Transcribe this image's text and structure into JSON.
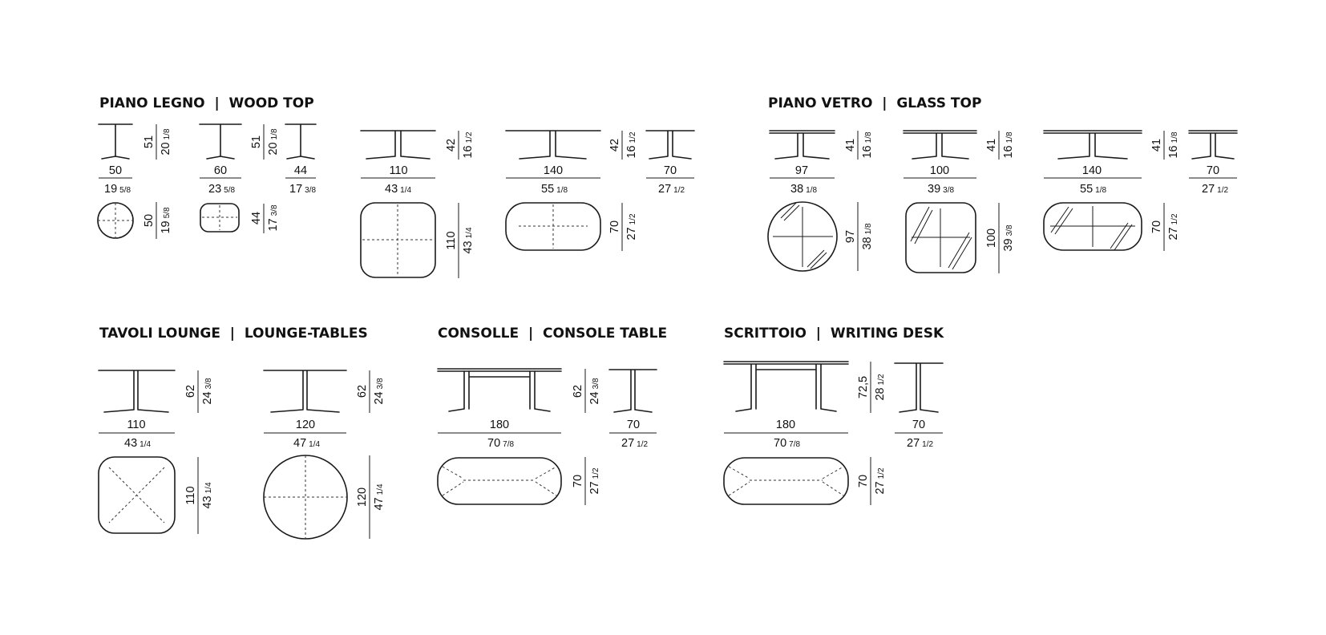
{
  "sections": [
    {
      "id": "wood-top",
      "title": "PIANO LEGNO  |  WOOD TOP"
    },
    {
      "id": "glass-top",
      "title": "PIANO VETRO  |  GLASS TOP"
    },
    {
      "id": "lounge-tables",
      "title": "TAVOLI LOUNGE  |  LOUNGE-TABLES"
    },
    {
      "id": "console",
      "title": "CONSOLLE  |  CONSOLE TABLE"
    },
    {
      "id": "writing-desk",
      "title": "SCRITTOIO  |  WRITING DESK"
    }
  ],
  "wood_top": {
    "side": [
      {
        "width": "50",
        "width_in": "19",
        "width_in_frac": "5/8",
        "height": "51",
        "height_in": "20",
        "height_in_frac": "1/8"
      },
      {
        "width": "60",
        "width_in": "23",
        "width_in_frac": "5/8",
        "height": "51",
        "height_in": "20",
        "height_in_frac": "1/8"
      },
      {
        "width": "44",
        "width_in": "17",
        "width_in_frac": "3/8"
      },
      {
        "width": "110",
        "width_in": "43",
        "width_in_frac": "1/4",
        "height": "42",
        "height_in": "16",
        "height_in_frac": "1/2"
      },
      {
        "width": "140",
        "width_in": "55",
        "width_in_frac": "1/8",
        "height": "42",
        "height_in": "16",
        "height_in_frac": "1/2"
      },
      {
        "width": "70",
        "width_in": "27",
        "width_in_frac": "1/2"
      }
    ],
    "top": [
      {
        "depth": "50",
        "depth_in": "19",
        "depth_in_frac": "5/8"
      },
      {
        "depth": "44",
        "depth_in": "17",
        "depth_in_frac": "3/8"
      },
      {
        "depth": "110",
        "depth_in": "43",
        "depth_in_frac": "1/4"
      },
      {
        "depth": "70",
        "depth_in": "27",
        "depth_in_frac": "1/2"
      }
    ]
  },
  "glass_top": {
    "side": [
      {
        "width": "97",
        "width_in": "38",
        "width_in_frac": "1/8",
        "height": "41",
        "height_in": "16",
        "height_in_frac": "1/8"
      },
      {
        "width": "100",
        "width_in": "39",
        "width_in_frac": "3/8",
        "height": "41",
        "height_in": "16",
        "height_in_frac": "1/8"
      },
      {
        "width": "140",
        "width_in": "55",
        "width_in_frac": "1/8",
        "height": "41",
        "height_in": "16",
        "height_in_frac": "1/8"
      },
      {
        "width": "70",
        "width_in": "27",
        "width_in_frac": "1/2"
      }
    ],
    "top": [
      {
        "depth": "97",
        "depth_in": "38",
        "depth_in_frac": "1/8"
      },
      {
        "depth": "100",
        "depth_in": "39",
        "depth_in_frac": "3/8"
      },
      {
        "depth": "70",
        "depth_in": "27",
        "depth_in_frac": "1/2"
      }
    ]
  },
  "lounge": {
    "side": [
      {
        "width": "110",
        "width_in": "43",
        "width_in_frac": "1/4",
        "height": "62",
        "height_in": "24",
        "height_in_frac": "3/8"
      },
      {
        "width": "120",
        "width_in": "47",
        "width_in_frac": "1/4",
        "height": "62",
        "height_in": "24",
        "height_in_frac": "3/8"
      }
    ],
    "top": [
      {
        "depth": "110",
        "depth_in": "43",
        "depth_in_frac": "1/4"
      },
      {
        "depth": "120",
        "depth_in": "47",
        "depth_in_frac": "1/4"
      }
    ]
  },
  "console": {
    "side": [
      {
        "width": "180",
        "width_in": "70",
        "width_in_frac": "7/8",
        "height": "62",
        "height_in": "24",
        "height_in_frac": "3/8"
      },
      {
        "width": "70",
        "width_in": "27",
        "width_in_frac": "1/2"
      }
    ],
    "top": [
      {
        "depth": "70",
        "depth_in": "27",
        "depth_in_frac": "1/2"
      }
    ]
  },
  "desk": {
    "side": [
      {
        "width": "180",
        "width_in": "70",
        "width_in_frac": "7/8",
        "height": "72,5",
        "height_in": "28",
        "height_in_frac": "1/2"
      },
      {
        "width": "70",
        "width_in": "27",
        "width_in_frac": "1/2"
      }
    ],
    "top": [
      {
        "depth": "70",
        "depth_in": "27",
        "depth_in_frac": "1/2"
      }
    ]
  }
}
